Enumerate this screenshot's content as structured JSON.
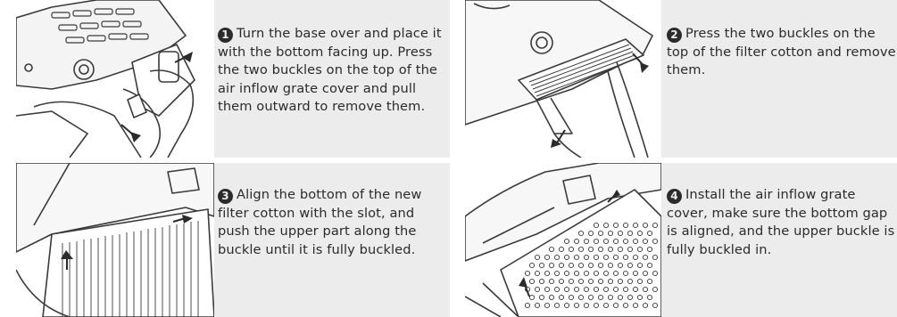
{
  "steps": [
    {
      "number": "1",
      "text": "Turn the base over and place it with the bottom facing up. Press the two buckles on the top of the air inflow grate cover and pull them outward to remove them."
    },
    {
      "number": "2",
      "text": "Press the two buckles on the top of the filter cotton and remove them."
    },
    {
      "number": "3",
      "text": "Align the bottom of the new filter cotton with the slot, and push the upper part along the buckle until it is fully buckled."
    },
    {
      "number": "4",
      "text": "Install the air inflow grate cover, make sure the bottom gap is aligned, and the upper buckle is fully buckled in."
    }
  ],
  "colors": {
    "panel_bg": "#ececec",
    "ink": "#2b2b2b"
  }
}
